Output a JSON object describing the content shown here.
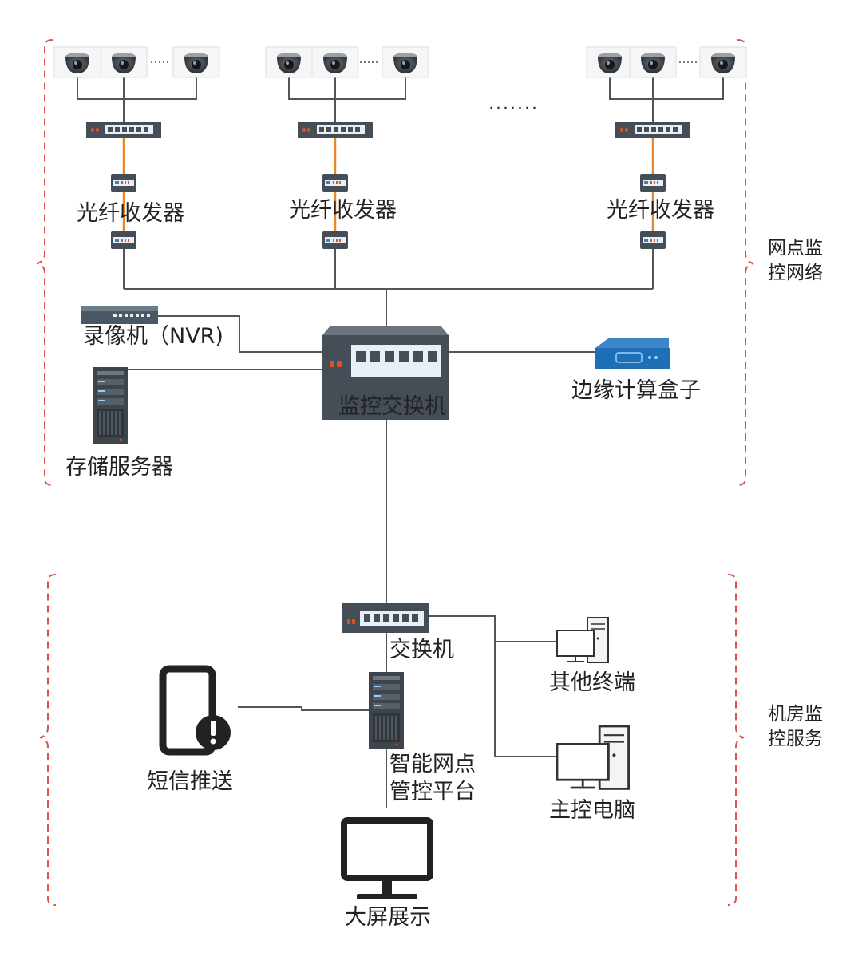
{
  "colors": {
    "bracket": "#e05050",
    "line": "#555555",
    "fiber": "#e8862a",
    "device_dark": "#454d57",
    "device_port": "#e6eef6",
    "edge_box": "#1e6fb6",
    "device_led": "#d9532a"
  },
  "icons": [
    "dome-camera-icon",
    "switch-icon",
    "fiber-transceiver-icon",
    "nvr-icon",
    "server-icon",
    "edge-box-icon",
    "desktop-pc-icon",
    "phone-alert-icon",
    "monitor-icon"
  ],
  "sections": {
    "top_label": "网点监控网络",
    "bottom_label": "机房监控服务"
  },
  "nodes": {
    "fiber_1": "光纤收发器",
    "fiber_2": "光纤收发器",
    "fiber_3": "光纤收发器",
    "more": "·······",
    "nvr": "录像机（NVR)",
    "monitor_switch": "监控交换机",
    "edge_box": "边缘计算盒子",
    "storage": "存储服务器",
    "switch": "交换机",
    "other_terminal": "其他终端",
    "sms": "短信推送",
    "platform_line1": "智能网点",
    "platform_line2": "管控平台",
    "main_pc": "主控电脑",
    "big_screen": "大屏展示"
  }
}
